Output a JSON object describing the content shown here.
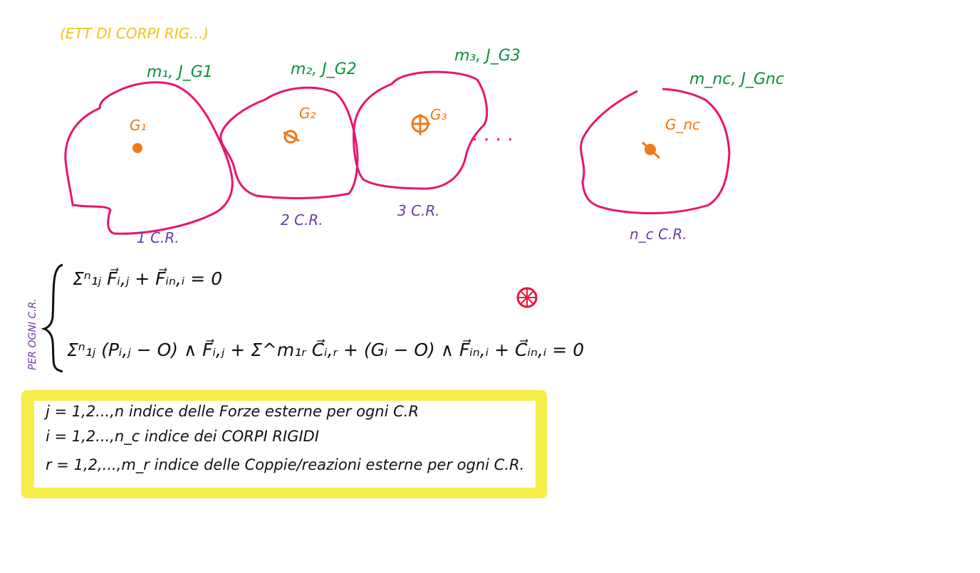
{
  "colors": {
    "body_outline": "#e8156e",
    "mass_label": "#0a8f3c",
    "centroid": "#f07818",
    "body_label": "#6a3aa8",
    "ink": "#111111",
    "highlight": "#f6ec4a",
    "marker": "#e8153c"
  },
  "header_partial": "(ETT DI CORPI RIG...)",
  "bodies": [
    {
      "mass": "m₁, J_G1",
      "centroid": "G₁",
      "label": "1 C.R."
    },
    {
      "mass": "m₂, J_G2",
      "centroid": "G₂",
      "label": "2 C.R."
    },
    {
      "mass": "m₃, J_G3",
      "centroid": "G₃",
      "label": "3 C.R."
    },
    {
      "mass": "m_nc, J_Gnc",
      "centroid": "G_nc",
      "label": "n_c C.R."
    }
  ],
  "ellipsis": "· · · ·",
  "side_label": "PER OGNI C.R.",
  "equations": {
    "force": "Σⁿ₁ⱼ F⃗ᵢ,ⱼ + F⃗ᵢₙ,ᵢ = 0",
    "moment": "Σⁿ₁ⱼ (Pᵢ,ⱼ − O) ∧ F⃗ᵢ,ⱼ + Σ^m₁ᵣ C⃗ᵢ,ᵣ + (Gᵢ − O) ∧ F⃗ᵢₙ,ᵢ + C⃗ᵢₙ,ᵢ = 0"
  },
  "notes": [
    "j = 1,2...,n  indice delle Forze esterne per ogni C.R",
    "i = 1,2...,n_c  indice dei CORPI RIGIDI",
    "r = 1,2,...,m_r  indice delle Coppie/reazioni esterne per ogni C.R."
  ]
}
